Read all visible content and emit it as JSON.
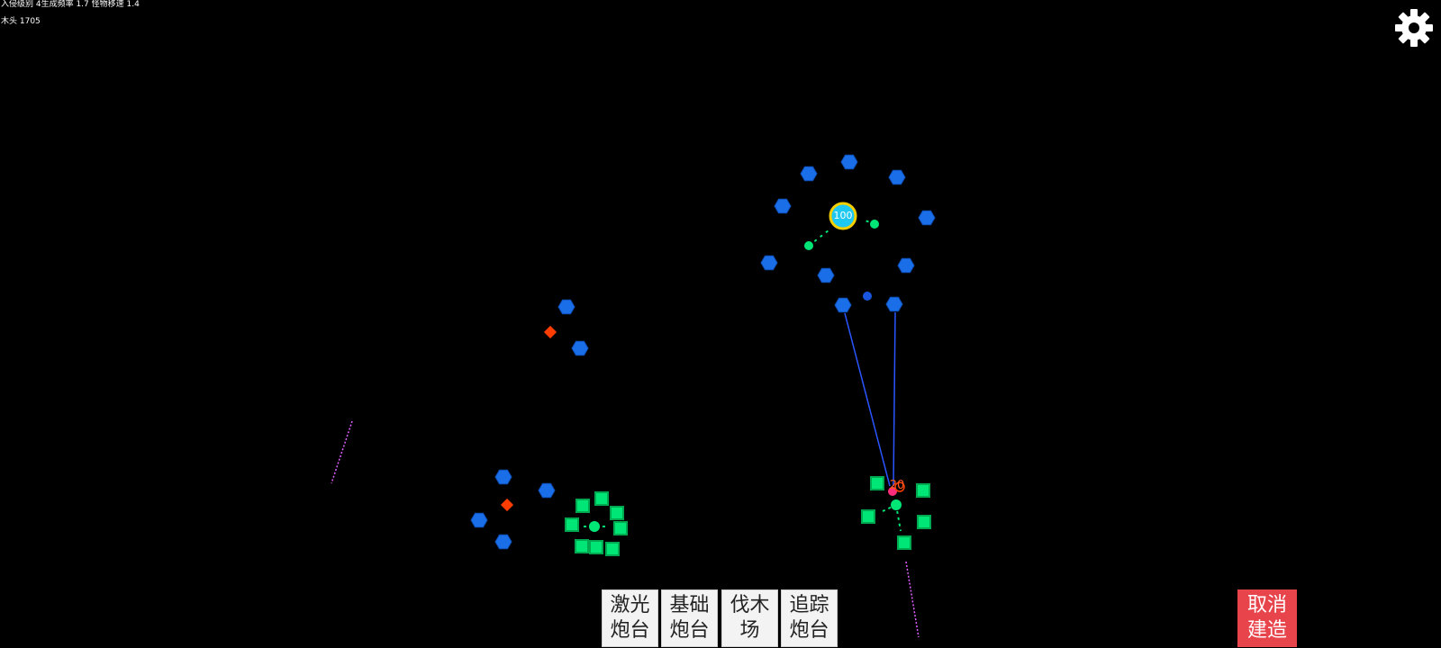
{
  "hud": {
    "line1": "入侵级别 4生成频率 1.7 怪物移速 1.4",
    "wood": "木头 1705"
  },
  "icons": {
    "settings": "gear-icon"
  },
  "colors": {
    "background": "#000000",
    "base_hex": "#1a6fe8",
    "laser_turret": "#00e676",
    "enemy": "#ff3d00",
    "core": "#1ec8f0",
    "core_ring": "#f5d000",
    "tracker": "#e060ff",
    "button_bg": "#f3f3f3",
    "cancel_bg": "#e8444c"
  },
  "field": {
    "core_hp": "100",
    "damage_text": "20"
  },
  "build_menu": {
    "laser_turret": "激光炮台",
    "basic_turret": "基础炮台",
    "lumber_yard": "伐木场",
    "tracking_turret": "追踪炮台",
    "cancel": "取消建造"
  }
}
